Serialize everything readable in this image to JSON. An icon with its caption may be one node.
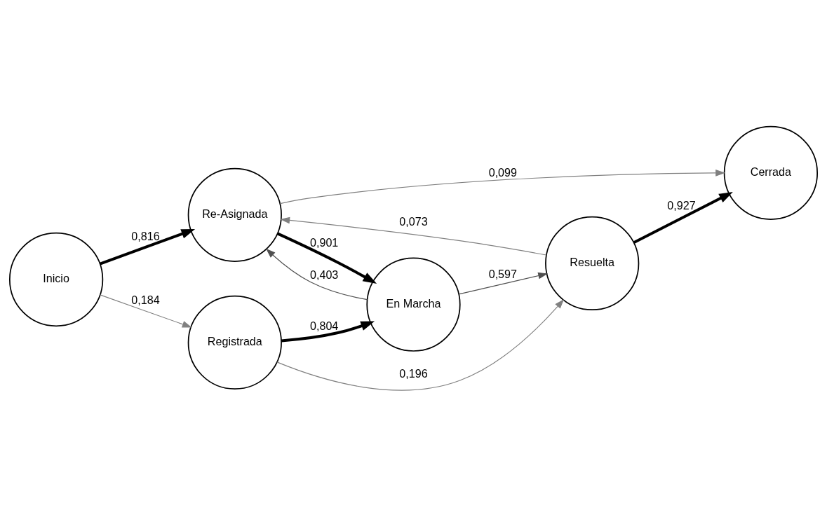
{
  "diagram": {
    "nodes": [
      {
        "text": [
          "Inicio"
        ]
      },
      {
        "text": [
          "Re-Asignada"
        ]
      },
      {
        "text": [
          "En Marcha"
        ]
      },
      {
        "text": [
          "Cerrada"
        ]
      },
      {
        "text": [
          "Registrada"
        ]
      },
      {
        "text": [
          "Resuelta"
        ]
      }
    ],
    "edges": [
      {
        "from": 0,
        "to": 1,
        "arrow": "to",
        "label": "0,816",
        "style": "thick"
      },
      {
        "from": 0,
        "to": 4,
        "arrow": "to",
        "label": "0,184",
        "color": "#808080"
      },
      {
        "from": 1,
        "to": 2,
        "arrow": "to",
        "label": "0,901",
        "style": "thick"
      },
      {
        "from": 2,
        "to": 1,
        "arrow": "to",
        "label": "0,403",
        "color": "#505050"
      },
      {
        "from": 1,
        "to": 3,
        "arrow": "to",
        "label": "0,099",
        "color": "#808080"
      },
      {
        "from": 5,
        "to": 1,
        "arrow": "to",
        "label": "0,073",
        "color": "#808080"
      },
      {
        "from": 4,
        "to": 2,
        "arrow": "to",
        "label": "0,804",
        "style": "thick"
      },
      {
        "from": 4,
        "to": 5,
        "arrow": "to",
        "label": "0,196",
        "color": "#808080"
      },
      {
        "from": 2,
        "to": 5,
        "arrow": "to",
        "label": "0,597",
        "color": "#505050"
      },
      {
        "from": 5,
        "to": 3,
        "arrow": "to",
        "label": "0,927",
        "style": "thick"
      }
    ]
  }
}
